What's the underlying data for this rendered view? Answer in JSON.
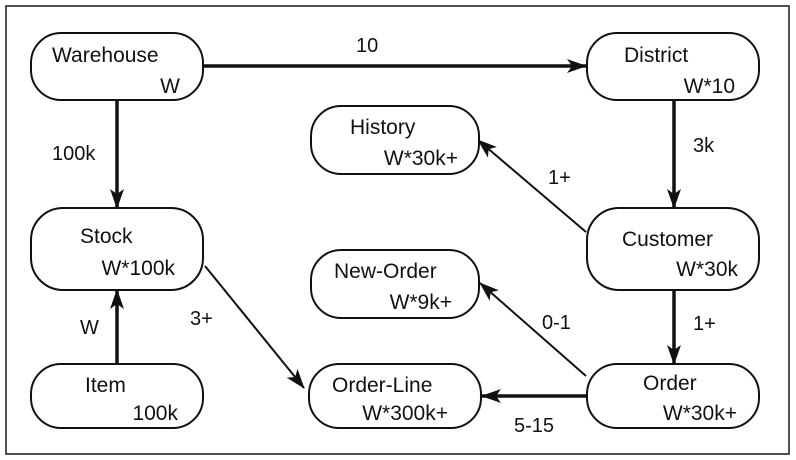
{
  "nodes": {
    "warehouse": {
      "name": "Warehouse",
      "card": "W"
    },
    "district": {
      "name": "District",
      "card": "W*10"
    },
    "history": {
      "name": "History",
      "card": "W*30k+"
    },
    "customer": {
      "name": "Customer",
      "card": "W*30k"
    },
    "stock": {
      "name": "Stock",
      "card": "W*100k"
    },
    "new_order": {
      "name": "New-Order",
      "card": "W*9k+"
    },
    "item": {
      "name": "Item",
      "card": "100k"
    },
    "order_line": {
      "name": "Order-Line",
      "card": "W*300k+"
    },
    "order": {
      "name": "Order",
      "card": "W*30k+"
    }
  },
  "edges": {
    "warehouse_district": "10",
    "warehouse_stock": "100k",
    "district_customer": "3k",
    "customer_history": "1+",
    "customer_order": "1+",
    "order_new_order": "0-1",
    "order_order_line": "5-15",
    "stock_order_line": "3+",
    "item_stock": "W"
  },
  "colors": {
    "stroke": "#111111",
    "background": "#ffffff"
  }
}
